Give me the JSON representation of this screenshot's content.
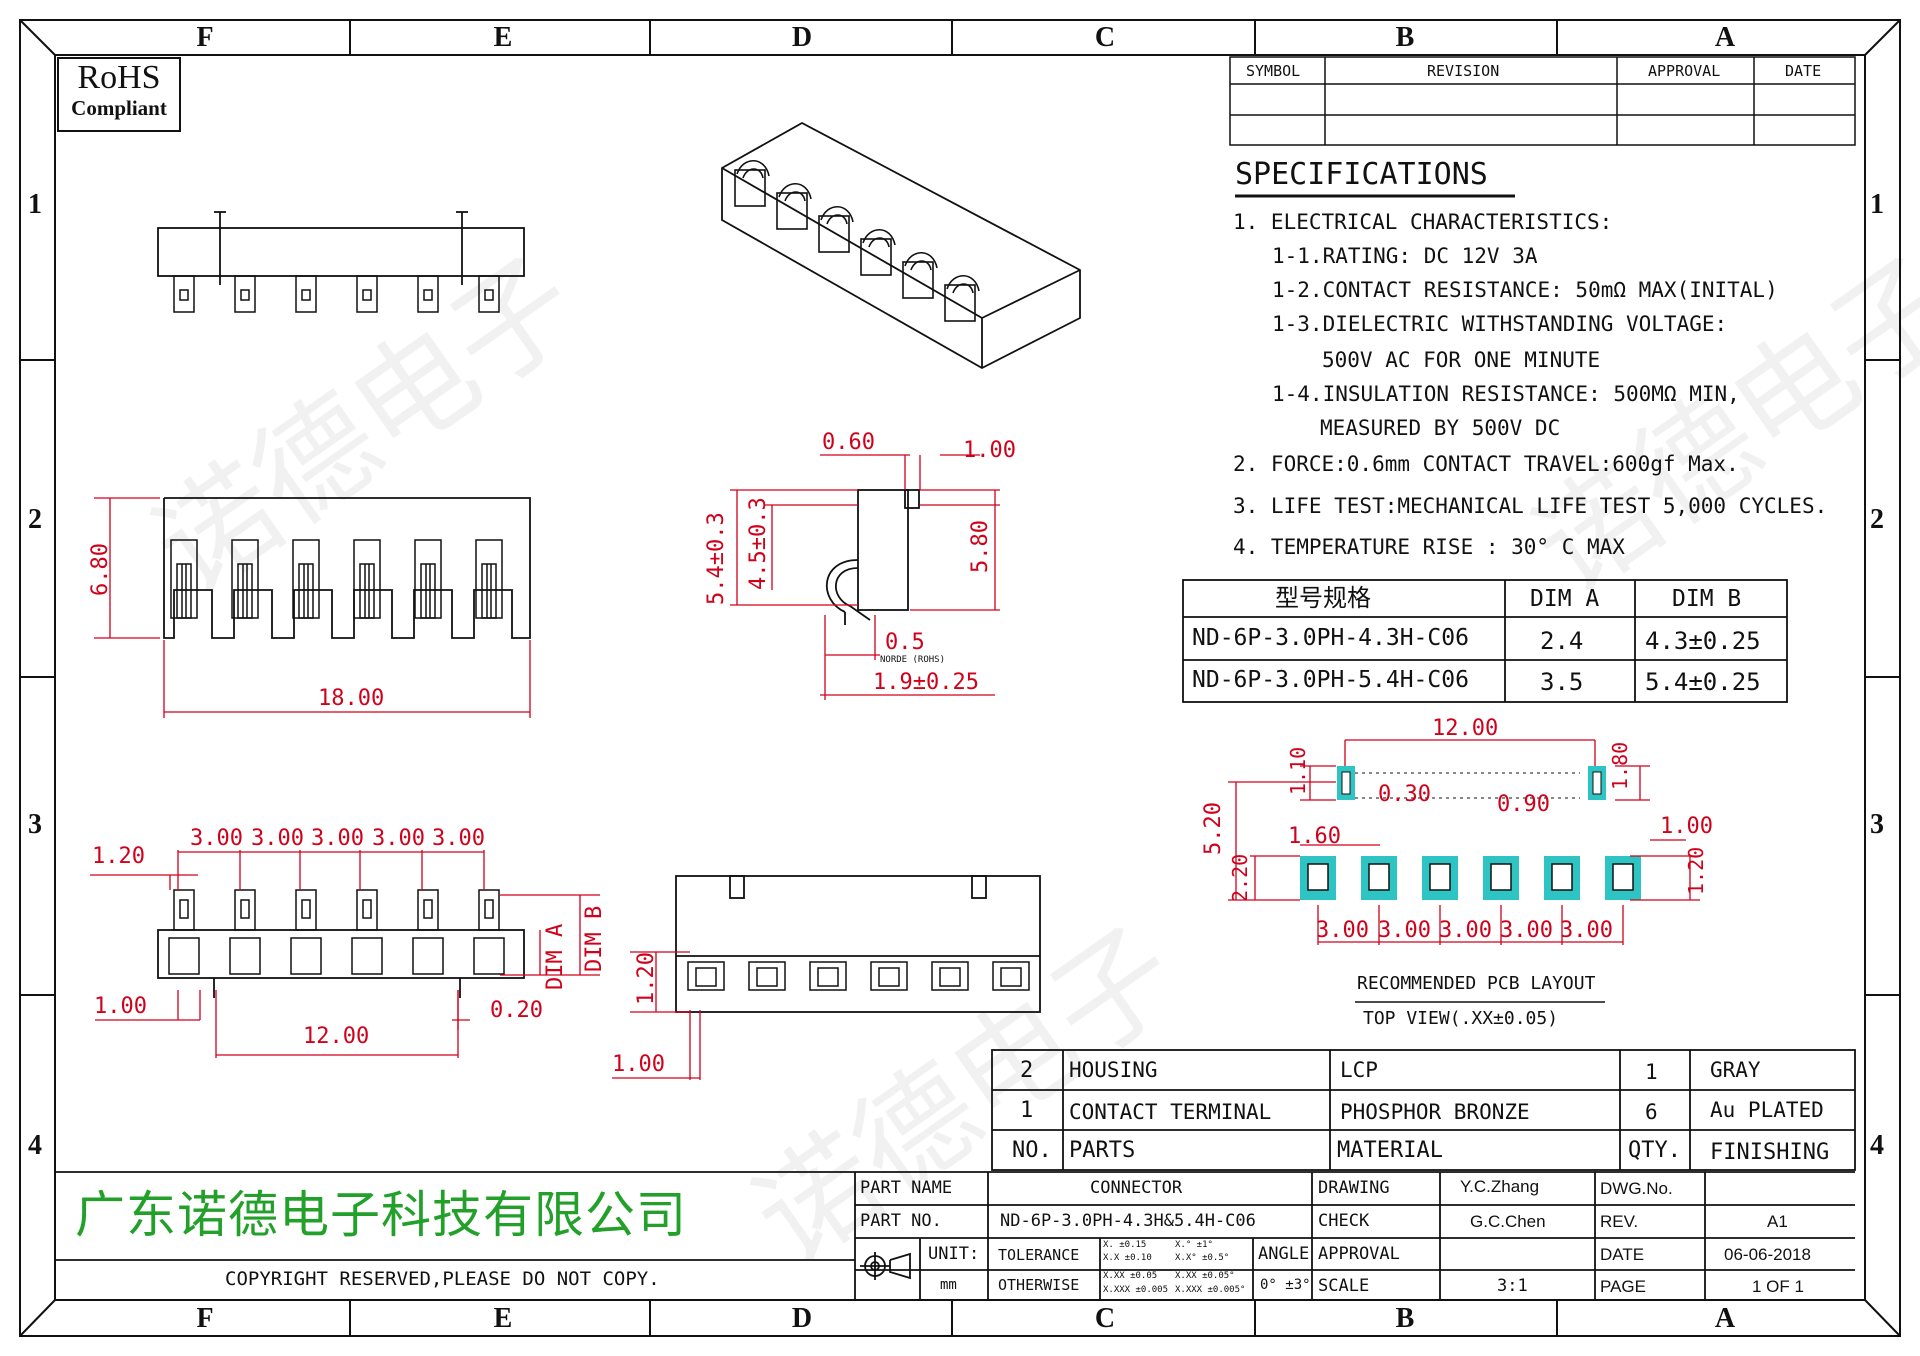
{
  "zones_h": [
    "F",
    "E",
    "D",
    "C",
    "B",
    "A"
  ],
  "zones_v": [
    "1",
    "2",
    "3",
    "4"
  ],
  "watermark": "诺德电子",
  "rohs": {
    "line1": "RoHS",
    "line2": "Compliant"
  },
  "revision_table": {
    "symbol": "SYMBOL",
    "revision": "REVISION",
    "approval": "APPROVAL",
    "date": "DATE"
  },
  "specs": {
    "title": "SPECIFICATIONS",
    "lines": [
      "1. ELECTRICAL CHARACTERISTICS:",
      "1-1.RATING: DC 12V 3A",
      "1-2.CONTACT RESISTANCE: 50mΩ  MAX(INITAL)",
      "1-3.DIELECTRIC WITHSTANDING VOLTAGE:",
      "500V AC FOR ONE MINUTE",
      "1-4.INSULATION RESISTANCE: 500MΩ  MIN,",
      "MEASURED BY 500V DC",
      "2. FORCE:0.6mm CONTACT TRAVEL:600gf Max.",
      "3. LIFE TEST:MECHANICAL LIFE TEST 5,000 CYCLES.",
      "4. TEMPERATURE RISE : 30° C MAX"
    ]
  },
  "model_table": {
    "headers": [
      "型号规格",
      "DIM A",
      "DIM B"
    ],
    "rows": [
      [
        "ND-6P-3.0PH-4.3H-C06",
        "2.4",
        "4.3±0.25"
      ],
      [
        "ND-6P-3.0PH-5.4H-C06",
        "3.5",
        "5.4±0.25"
      ]
    ]
  },
  "dimensions": {
    "front_width": "18.00",
    "front_height": "6.80",
    "side_top_a": "0.60",
    "side_top_b": "1.00",
    "side_h1": "5.4±0.3",
    "side_h2": "4.5±0.3",
    "side_h3": "5.80",
    "side_bot_a": "0.5",
    "side_bot_b": "1.9±0.25",
    "side_note": "NORDE (ROHS)",
    "bottom_pitch": [
      "3.00",
      "3.00",
      "3.00",
      "3.00",
      "3.00"
    ],
    "bottom_left": "1.20",
    "bottom_edge": "1.00",
    "bottom_thk": "0.20",
    "bottom_span": "12.00",
    "dim_a": "DIM A",
    "dim_b": "DIM B",
    "rear_h": "1.20",
    "rear_w": "1.00"
  },
  "pcb": {
    "span": "12.00",
    "h10": "1.10",
    "h180": "1.80",
    "w030": "0.30",
    "w090": "0.90",
    "h520": "5.20",
    "w160": "1.60",
    "w100": "1.00",
    "h220": "2.20",
    "h120": "1.20",
    "pitches": [
      "3.00",
      "3.00",
      "3.00",
      "3.00",
      "3.00"
    ],
    "title": "RECOMMENDED PCB LAYOUT",
    "subtitle": "TOP VIEW(.XX±0.05)",
    "pad_color": "#2ec4c4"
  },
  "bom": {
    "rows": [
      {
        "no": "2",
        "part": "HOUSING",
        "material": "LCP",
        "qty": "1",
        "finish": "GRAY"
      },
      {
        "no": "1",
        "part": "CONTACT TERMINAL",
        "material": "PHOSPHOR BRONZE",
        "qty": "6",
        "finish": "Au PLATED"
      }
    ],
    "header": {
      "no": "NO.",
      "part": "PARTS",
      "material": "MATERIAL",
      "qty": "QTY.",
      "finish": "FINISHING"
    }
  },
  "title_block": {
    "company": "广东诺德电子科技有限公司",
    "copyright": "COPYRIGHT RESERVED,PLEASE DO NOT COPY.",
    "part_name_label": "PART NAME",
    "part_name": "CONNECTOR",
    "part_no_label": "PART NO.",
    "part_no": "ND-6P-3.0PH-4.3H&5.4H-C06",
    "unit_label": "UNIT:",
    "unit": "mm",
    "tolerance_label": "TOLERANCE",
    "otherwise_label": "OTHERWISE",
    "tol": [
      "X.    ±0.15",
      "X.X   ±0.10",
      "X.XX  ±0.05",
      "X.XXX ±0.005"
    ],
    "ang": [
      "X.°   ±1°",
      "X.X°  ±0.5°",
      "X.XX  ±0.05°",
      "X.XXX ±0.005°"
    ],
    "angle_label": "ANGLE",
    "angle": "0° ±3°",
    "drawing_label": "DRAWING",
    "drawing": "Y.C.Zhang",
    "check_label": "CHECK",
    "check": "G.C.Chen",
    "approval_label": "APPROVAL",
    "scale_label": "SCALE",
    "scale": "3:1",
    "dwg_label": "DWG.No.",
    "rev_label": "REV.",
    "rev": "A1",
    "date_label": "DATE",
    "date": "06-06-2018",
    "page_label": "PAGE",
    "page": "1 OF 1"
  },
  "colors": {
    "dimension": "#d0021b",
    "company": "#22a02a",
    "line": "#111111",
    "pad": "#2ec4c4"
  }
}
